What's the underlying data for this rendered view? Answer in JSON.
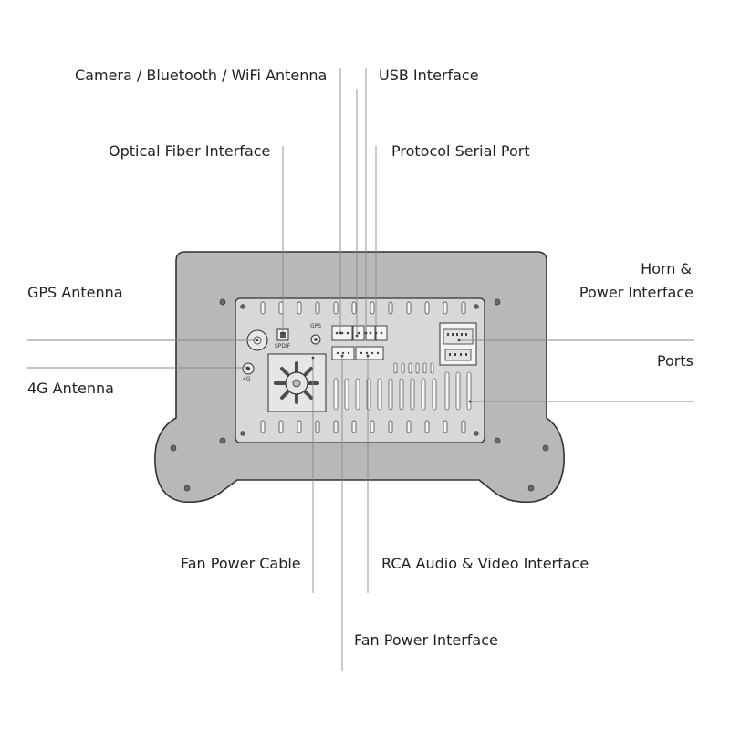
{
  "labels": {
    "camera_antenna": "Camera / Bluetooth / WiFi Antenna",
    "usb": "USB Interface",
    "optical": "Optical Fiber Interface",
    "serial": "Protocol Serial Port",
    "horn": "Horn &",
    "power": "Power Interface",
    "gps": "GPS Antenna",
    "ports": "Ports",
    "antenna_4g": "4G Antenna",
    "fan_cable": "Fan Power Cable",
    "rca": "RCA Audio & Video Interface",
    "fan_interface": "Fan Power Interface"
  },
  "device_marks": {
    "gps": "GPS",
    "spdif": "SPDIF",
    "antenna_4g": "4G"
  }
}
